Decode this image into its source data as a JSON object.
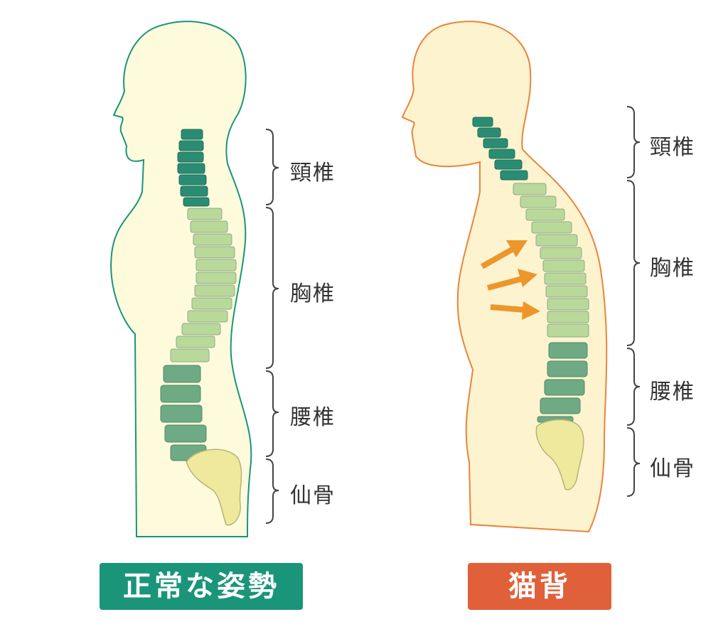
{
  "normal": {
    "title": "正常な姿勢",
    "labels": [
      "頸椎",
      "胸椎",
      "腰椎",
      "仙骨"
    ]
  },
  "hunchback": {
    "title": "猫背",
    "labels": [
      "頸椎",
      "胸椎",
      "腰椎",
      "仙骨"
    ]
  },
  "colors": {
    "normal_accent": "#1a957a",
    "hunchback_accent": "#e0603a",
    "arrow": "#ec962c",
    "cervical": "#2a8c73",
    "thoracic": "#b9d99b",
    "lumbar": "#6eaa84",
    "sacrum": "#eee99c"
  }
}
